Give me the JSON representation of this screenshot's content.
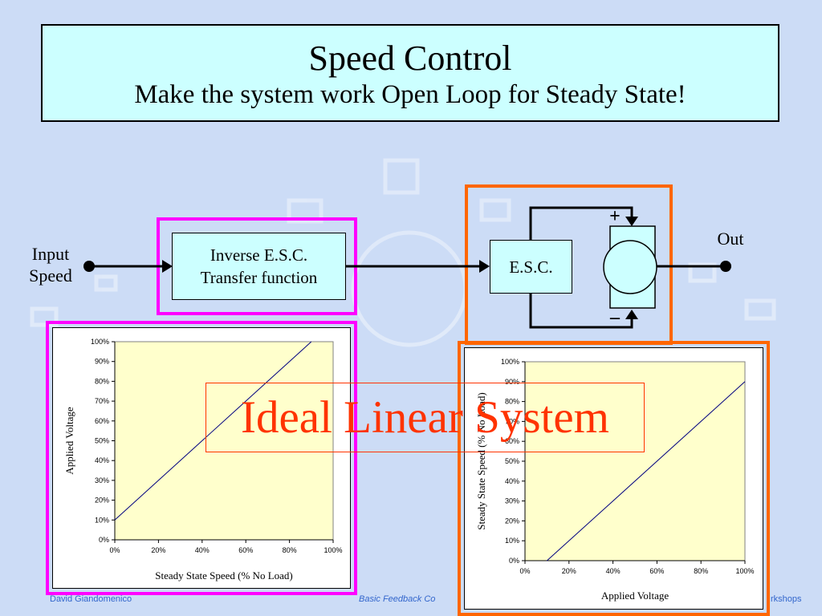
{
  "title": {
    "main": "Speed Control",
    "subtitle": "Make the system work Open Loop for Steady State!"
  },
  "diagram": {
    "input_label": "Input\nSpeed",
    "output_label": "Out",
    "inverse_block": "Inverse E.S.C.\nTransfer function",
    "esc_block": "E.S.C.",
    "plus_sign": "+",
    "minus_sign": "–",
    "motor_icon": "dc-motor-icon",
    "colors": {
      "magenta_frame": "#ff00ff",
      "orange_frame": "#ff6600",
      "block_fill": "#ccffff"
    }
  },
  "overlay": {
    "text": "Ideal Linear System",
    "color": "#ff3300"
  },
  "footer": {
    "left": "David  Giandomenico",
    "center": "Basic Feedback Co",
    "right": "rkshops"
  },
  "chart_data": [
    {
      "type": "line",
      "xlabel": "Steady State Speed (% No Load)",
      "ylabel": "Applied Voltage",
      "xlim": [
        0,
        100
      ],
      "ylim": [
        0,
        100
      ],
      "x_ticks": [
        "0%",
        "20%",
        "40%",
        "60%",
        "80%",
        "100%"
      ],
      "y_ticks": [
        "0%",
        "10%",
        "20%",
        "30%",
        "40%",
        "50%",
        "60%",
        "70%",
        "80%",
        "90%",
        "100%"
      ],
      "series": [
        {
          "x": [
            0,
            90
          ],
          "y": [
            10,
            100
          ]
        }
      ],
      "plot_background": "#ffffcc",
      "line_color": "#000080"
    },
    {
      "type": "line",
      "xlabel": "Applied Voltage",
      "ylabel": "Steady State Speed (% No Load)",
      "xlim": [
        0,
        100
      ],
      "ylim": [
        0,
        100
      ],
      "x_ticks": [
        "0%",
        "20%",
        "40%",
        "60%",
        "80%",
        "100%"
      ],
      "y_ticks": [
        "0%",
        "10%",
        "20%",
        "30%",
        "40%",
        "50%",
        "60%",
        "70%",
        "80%",
        "90%",
        "100%"
      ],
      "series": [
        {
          "x": [
            10,
            100
          ],
          "y": [
            0,
            90
          ]
        }
      ],
      "plot_background": "#ffffcc",
      "line_color": "#000080"
    }
  ]
}
